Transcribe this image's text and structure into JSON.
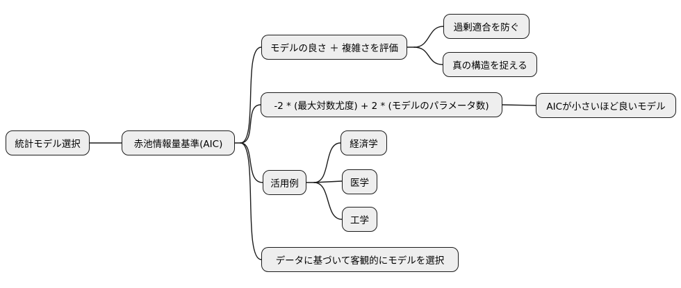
{
  "diagram": {
    "type": "mindmap",
    "topic": "AIC model selection"
  },
  "colors": {
    "background": "#ffffff",
    "node_fill": "#eeeeee",
    "node_border": "#1a1a1a",
    "connector": "#1a1a1a",
    "text": "#000000"
  },
  "nodes": {
    "root": "統計モデル選択",
    "aic": "赤池情報量基準(AIC)",
    "goodness": "モデルの良さ ＋ 複雑さを評価",
    "overfit": "過剰適合を防ぐ",
    "truestruct": "真の構造を捉える",
    "formula": "-2 * (最大対数尤度) + 2 * (モデルのパラメータ数)",
    "aicsmall": "AICが小さいほど良いモデル",
    "examples": "活用例",
    "econ": "経済学",
    "med": "医学",
    "eng": "工学",
    "databased": "データに基づいて客観的にモデルを選択"
  },
  "edges": [
    [
      "統計モデル選択",
      "赤池情報量基準(AIC)"
    ],
    [
      "赤池情報量基準(AIC)",
      "モデルの良さ ＋ 複雑さを評価"
    ],
    [
      "赤池情報量基準(AIC)",
      "-2 * (最大対数尤度) + 2 * (モデルのパラメータ数)"
    ],
    [
      "赤池情報量基準(AIC)",
      "活用例"
    ],
    [
      "赤池情報量基準(AIC)",
      "データに基づいて客観的にモデルを選択"
    ],
    [
      "モデルの良さ ＋ 複雑さを評価",
      "過剰適合を防ぐ"
    ],
    [
      "モデルの良さ ＋ 複雑さを評価",
      "真の構造を捉える"
    ],
    [
      "-2 * (最大対数尤度) + 2 * (モデルのパラメータ数)",
      "AICが小さいほど良いモデル"
    ],
    [
      "活用例",
      "経済学"
    ],
    [
      "活用例",
      "医学"
    ],
    [
      "活用例",
      "工学"
    ]
  ]
}
